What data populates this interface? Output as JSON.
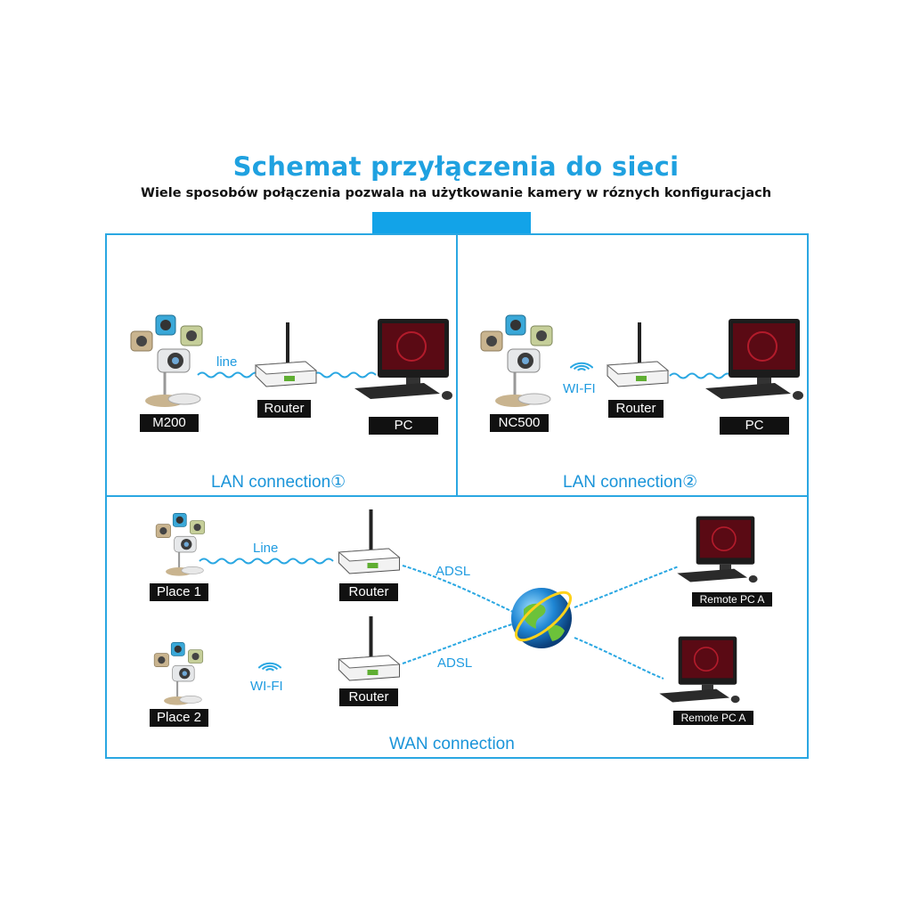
{
  "header": {
    "title": "Schemat przyłączenia do sieci",
    "subtitle": "Wiele sposobów połączenia pozwala na użytkowanie kamery w róznych konfiguracjach"
  },
  "lan1": {
    "caption": "LAN connection①",
    "camera_label": "M200",
    "link_label": "line",
    "router_label": "Router",
    "pc_label": "PC"
  },
  "lan2": {
    "caption": "LAN connection②",
    "camera_label": "NC500",
    "link_label": "WI-FI",
    "router_label": "Router",
    "pc_label": "PC"
  },
  "wan": {
    "caption": "WAN connection",
    "place1_label": "Place 1",
    "place1_link": "Line",
    "place2_label": "Place 2",
    "place2_link": "WI-FI",
    "router1_label": "Router",
    "router2_label": "Router",
    "adsl1": "ADSL",
    "adsl2": "ADSL",
    "remote1_label": "Remote PC A",
    "remote2_label": "Remote PC A"
  },
  "colors": {
    "accent": "#1fa1e0",
    "border": "#2aa7e2",
    "label_bg": "#111111"
  }
}
